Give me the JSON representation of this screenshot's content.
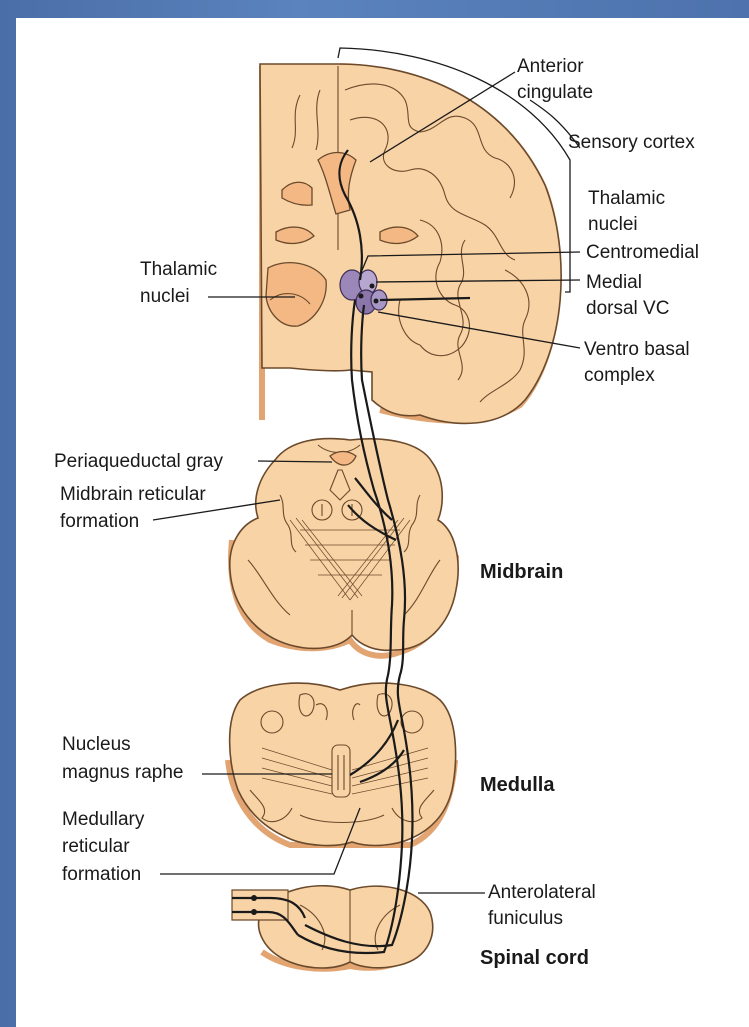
{
  "labels": {
    "anterior_cingulate": [
      "Anterior",
      "cingulate"
    ],
    "sensory_cortex": "Sensory cortex",
    "thalamic_nuclei_right": [
      "Thalamic",
      "nuclei"
    ],
    "centromedial": "Centromedial",
    "medial_dorsal_vc": [
      "Medial",
      "dorsal VC"
    ],
    "ventro_basal_complex": [
      "Ventro basal",
      "complex"
    ],
    "thalamic_nuclei_left": [
      "Thalamic",
      "nuclei"
    ],
    "periaqueductal_gray": "Periaqueductal gray",
    "midbrain_reticular_formation": [
      "Midbrain reticular",
      "formation"
    ],
    "midbrain": "Midbrain",
    "nucleus_magnus_raphe": [
      "Nucleus",
      "magnus raphe"
    ],
    "medullary_reticular_formation": [
      "Medullary",
      "reticular",
      "formation"
    ],
    "medulla": "Medulla",
    "anterolateral_funiculus": [
      "Anterolateral",
      "funiculus"
    ],
    "spinal_cord": "Spinal cord"
  },
  "colors": {
    "background": "#4a6ea8",
    "tissue": "#f8d3a6",
    "tissue_shadow": "#e2a572",
    "thalamic_nuclei": "#9b88b8",
    "pathway": "#1a1a1a"
  }
}
